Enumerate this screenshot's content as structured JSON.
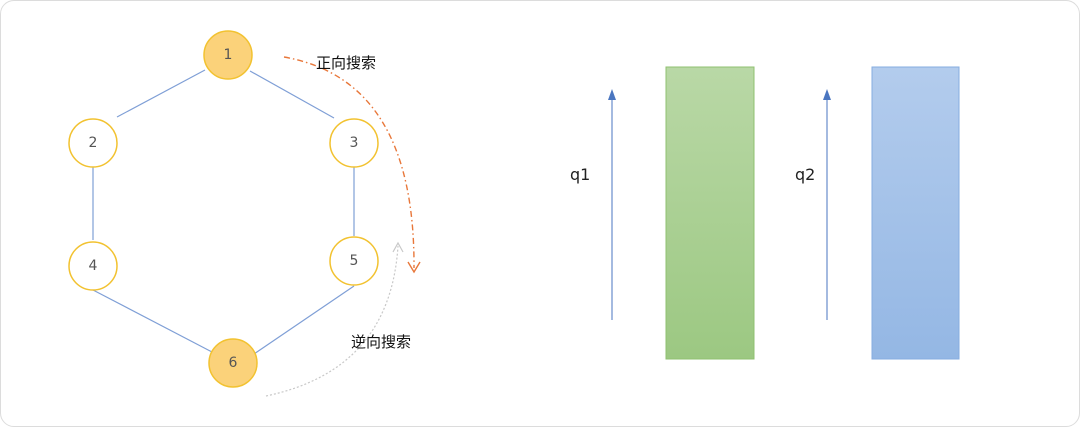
{
  "graph": {
    "nodes": [
      {
        "id": "1",
        "highlighted": true
      },
      {
        "id": "2",
        "highlighted": false
      },
      {
        "id": "3",
        "highlighted": false
      },
      {
        "id": "4",
        "highlighted": false
      },
      {
        "id": "5",
        "highlighted": false
      },
      {
        "id": "6",
        "highlighted": true
      }
    ],
    "edges": [
      [
        "1",
        "2"
      ],
      [
        "1",
        "3"
      ],
      [
        "2",
        "4"
      ],
      [
        "3",
        "5"
      ],
      [
        "4",
        "6"
      ],
      [
        "5",
        "6"
      ]
    ],
    "forward_label": "正向搜索",
    "backward_label": "逆向搜索"
  },
  "queues": [
    {
      "label": "q1",
      "color": "#a7d08c"
    },
    {
      "label": "q2",
      "color": "#9dbde6"
    }
  ],
  "colors": {
    "node_stroke": "#f2c230",
    "node_fill_highlight": "#fbd27a",
    "edge": "#7f9fd6",
    "forward_arrow": "#e8773a",
    "backward_arrow": "#c8c8c8",
    "queue_arrow": "#4a76c0"
  }
}
